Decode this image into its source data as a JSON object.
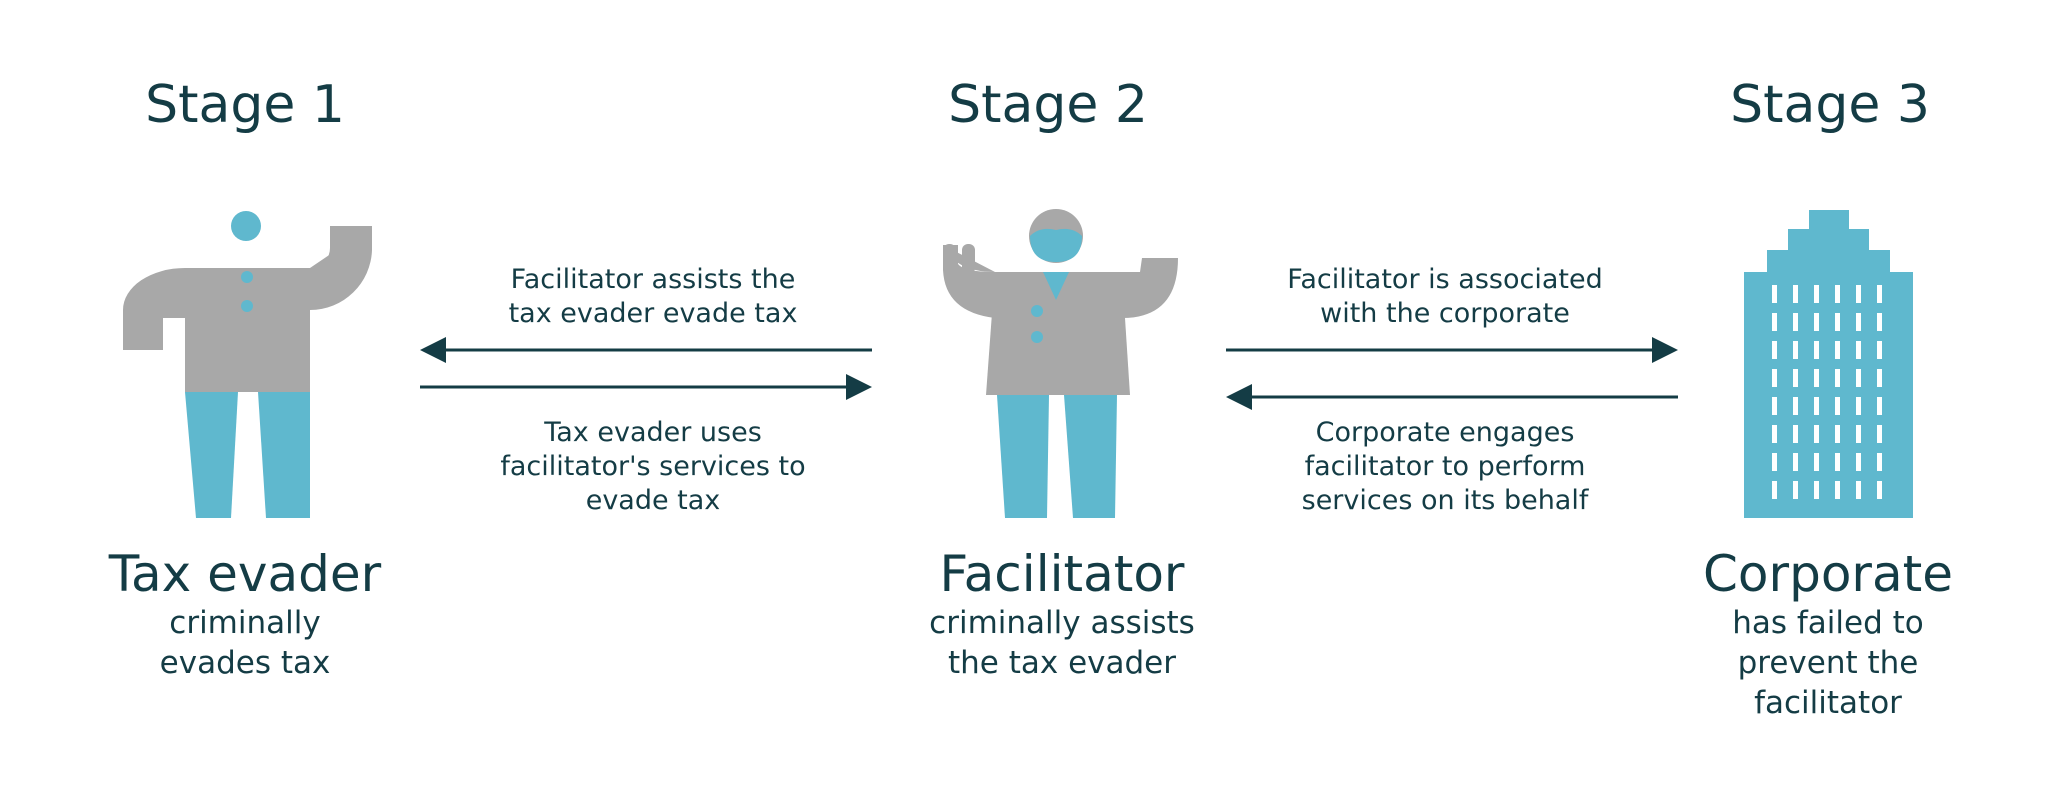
{
  "stages": [
    {
      "title": "Stage 1",
      "name": "Tax evader",
      "desc_lines": [
        "criminally",
        "evades tax"
      ]
    },
    {
      "title": "Stage 2",
      "name": "Facilitator",
      "desc_lines": [
        "criminally assists",
        "the tax evader"
      ]
    },
    {
      "title": "Stage 3",
      "name": "Corporate",
      "desc_lines": [
        "has failed to",
        "prevent the",
        "facilitator"
      ]
    }
  ],
  "arrows": {
    "stage1_2_top_lines": [
      "Facilitator assists the",
      "tax evader evade tax"
    ],
    "stage1_2_bottom_lines": [
      "Tax evader uses",
      "facilitator's services to",
      "evade tax"
    ],
    "stage2_3_top_lines": [
      "Facilitator is associated",
      "with the corporate"
    ],
    "stage2_3_bottom_lines": [
      "Corporate engages",
      "facilitator to perform",
      "services on its behalf"
    ]
  },
  "colors": {
    "text": "#143c45",
    "accent": "#5fb8ce",
    "figure": "#a8a8a8",
    "arrow": "#143c45"
  }
}
